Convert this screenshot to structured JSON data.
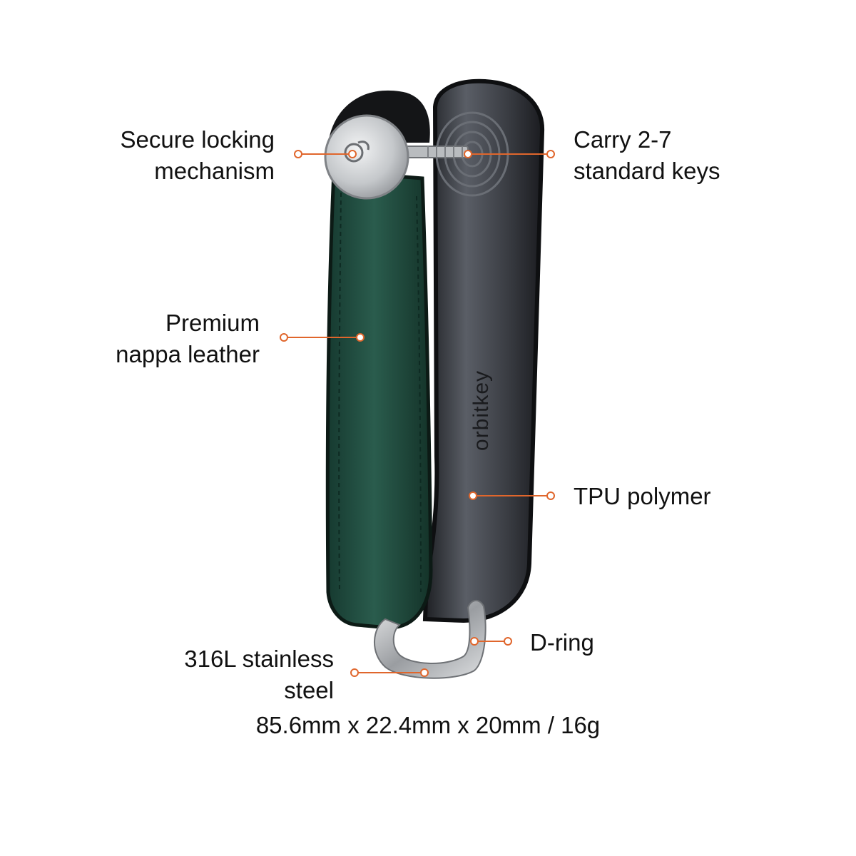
{
  "product": {
    "brand_mark": "orbitkey",
    "colors": {
      "accent": "#e0662c",
      "leather": "#1f4a3e",
      "polymer": "#2e3035",
      "steel": "#c9cbcd",
      "background": "#ffffff"
    }
  },
  "callouts": {
    "locking_mechanism": {
      "line1": "Secure locking",
      "line2": "mechanism"
    },
    "leather": {
      "line1": "Premium",
      "line2": "nappa leather"
    },
    "steel": {
      "line1": "316L stainless",
      "line2": "steel"
    },
    "keys": {
      "line1": "Carry 2-7",
      "line2": "standard keys"
    },
    "polymer": {
      "line1": "TPU polymer"
    },
    "dring": {
      "line1": "D-ring"
    }
  },
  "specs": "85.6mm x 22.4mm x 20mm / 16g"
}
